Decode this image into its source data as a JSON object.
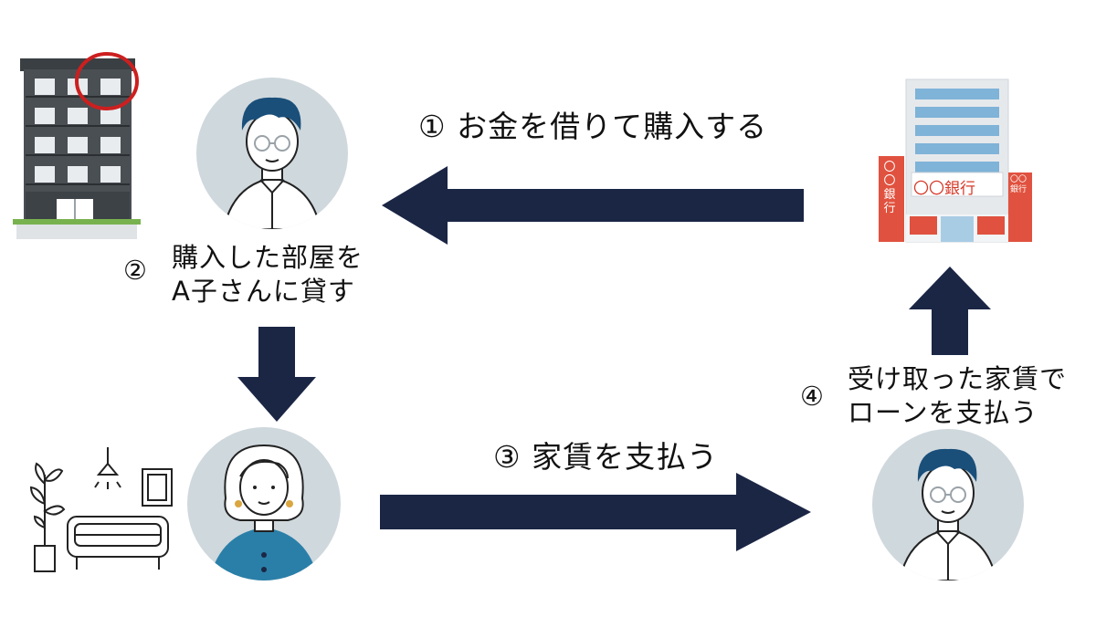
{
  "steps": {
    "s1": {
      "marker": "①",
      "text": "お金を借りて購入する"
    },
    "s2": {
      "marker": "②",
      "line1": "購入した部屋を",
      "line2": "A子さんに貸す"
    },
    "s3": {
      "marker": "③",
      "text": "家賃を支払う"
    },
    "s4": {
      "marker": "④",
      "line1": "受け取った家賃で",
      "line2": "ローンを支払う"
    }
  },
  "bank": {
    "sign": "〇〇銀行",
    "side_sign": "〇〇銀行",
    "small_sign": "〇〇銀行"
  },
  "colors": {
    "arrow": "#1b2645",
    "avatar_bg": "#cfd8dd",
    "hair": "#1a4f7a",
    "highlight": "#cc1f1f",
    "bank_red": "#e0523f",
    "building": "#454a4e"
  }
}
